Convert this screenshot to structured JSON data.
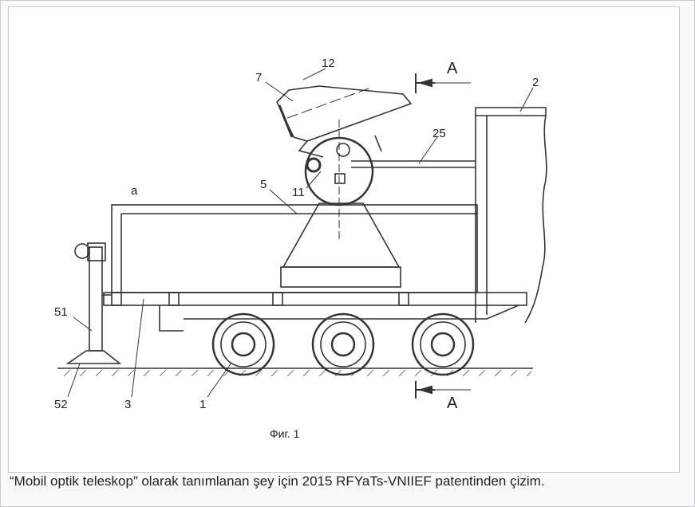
{
  "figure": {
    "labels": {
      "l12": "12",
      "l7": "7",
      "lA_top": "A",
      "l2": "2",
      "l25": "25",
      "la": "a",
      "l5": "5",
      "l11": "11",
      "l51": "51",
      "l52": "52",
      "l3": "3",
      "l1": "1",
      "lA_bottom": "A"
    },
    "fig_title": "Фиг. 1"
  },
  "caption": "“Mobil optik teleskop” olarak tanımlanan şey için 2015 RFYaTs-VNIIEF patentinden çizim."
}
